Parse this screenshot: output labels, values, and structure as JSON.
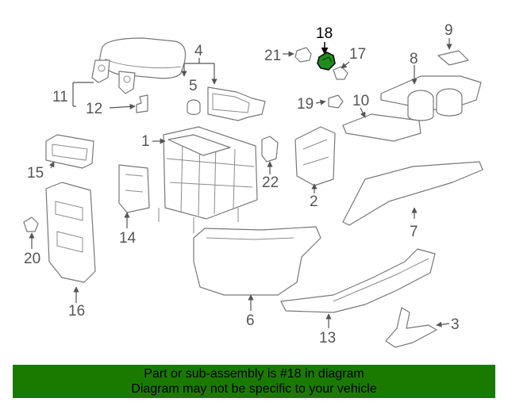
{
  "diagram": {
    "highlighted_part": "18",
    "highlight_color": "#1e8c1e",
    "callouts": {
      "c1": "1",
      "c2": "2",
      "c3": "3",
      "c4": "4",
      "c5": "5",
      "c6": "6",
      "c7": "7",
      "c8": "8",
      "c9": "9",
      "c10": "10",
      "c11": "11",
      "c12": "12",
      "c13": "13",
      "c14": "14",
      "c15": "15",
      "c16": "16",
      "c17": "17",
      "c18": "18",
      "c19": "19",
      "c20": "20",
      "c21": "21",
      "c22": "22"
    }
  },
  "banner": {
    "line1": "Part or sub-assembly is #18 in diagram",
    "line2": "Diagram may not be specific to your vehicle",
    "background": "#1a7a00"
  }
}
